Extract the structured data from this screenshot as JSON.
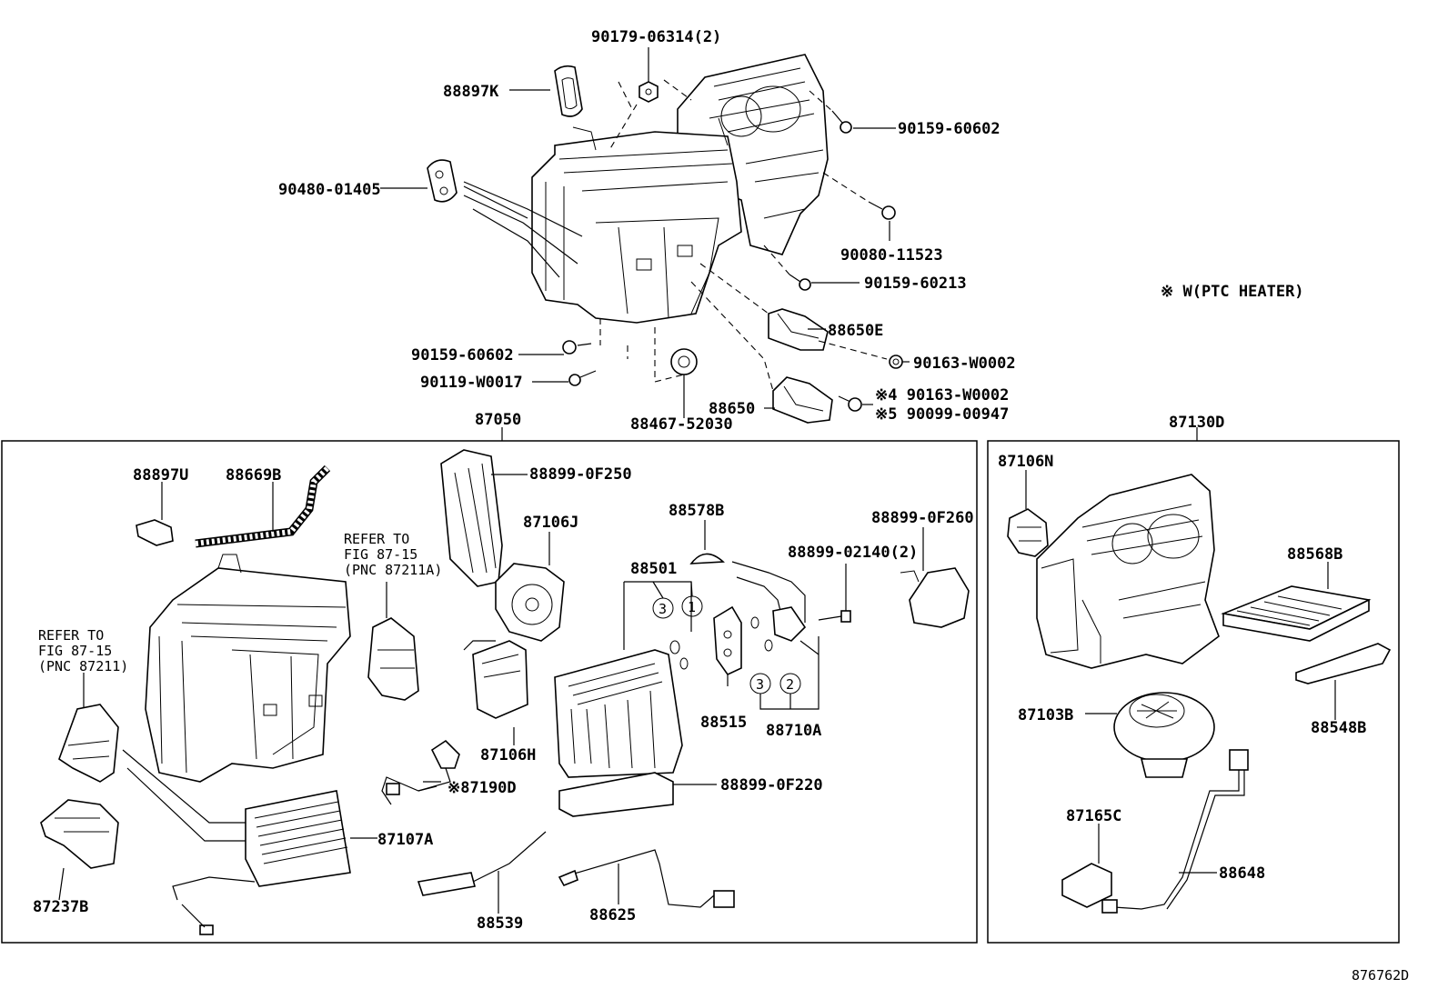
{
  "diagram_id": "876762D",
  "legend_note": "※ W(PTC HEATER)",
  "groups": {
    "left_box": "87050",
    "right_box": "87130D"
  },
  "labels": {
    "p90179": "90179-06314(2)",
    "p88897K": "88897K",
    "p90159_60602_top": "90159-60602",
    "p90480": "90480-01405",
    "p90080": "90080-11523",
    "p90159_60213": "90159-60213",
    "p88650E": "88650E",
    "p90159_60602_bot": "90159-60602",
    "p90163_a": "90163-W0002",
    "p90119": "90119-W0017",
    "p88650": "88650",
    "p90163_b": "※4 90163-W0002",
    "p90099": "※5 90099-00947",
    "p88467": "88467-52030",
    "p88897U": "88897U",
    "p88669B": "88669B",
    "p88899_0F250": "88899-0F250",
    "p87106J": "87106J",
    "p88578B": "88578B",
    "p88899_0F260": "88899-0F260",
    "p88899_02140": "88899-02140(2)",
    "p88501": "88501",
    "refer1_line1": "REFER TO",
    "refer1_line2": "FIG 87-15",
    "refer1_line3": "(PNC 87211A)",
    "refer2_line1": "REFER TO",
    "refer2_line2": "FIG 87-15",
    "refer2_line3": "(PNC 87211)",
    "p88515": "88515",
    "p88710A": "88710A",
    "p87106H": "87106H",
    "p87190D": "※87190D",
    "p88899_0F220": "88899-0F220",
    "p87107A": "87107A",
    "p87237B": "87237B",
    "p88539": "88539",
    "p88625": "88625",
    "p87106N": "87106N",
    "p88568B": "88568B",
    "p87103B": "87103B",
    "p88548B": "88548B",
    "p87165C": "87165C",
    "p88648": "88648",
    "c1": "1",
    "c2": "2",
    "c3a": "3",
    "c3b": "3"
  }
}
